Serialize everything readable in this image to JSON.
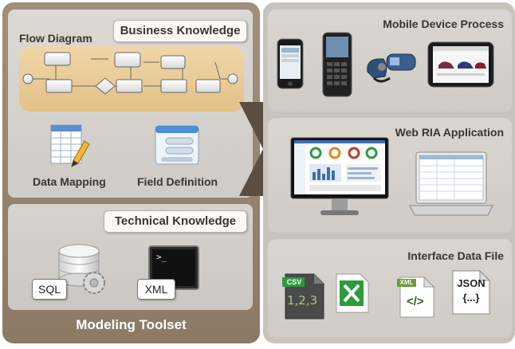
{
  "toolset": {
    "title": "Modeling Toolset",
    "flow_diagram_label": "Flow Diagram",
    "business_knowledge": "Business Knowledge",
    "data_mapping": "Data Mapping",
    "field_definition": "Field Definition",
    "technical_knowledge": "Technical Knowledge",
    "sql_label": "SQL",
    "xml_label": "XML"
  },
  "outputs": {
    "mobile_title": "Mobile Device Process",
    "web_title": "Web RIA Application",
    "interface_title": "Interface Data File",
    "csv_label": "CSV",
    "csv_values": "1,2,3",
    "xml_file_label": "XML",
    "json_label": "JSON",
    "json_braces": "{...}"
  },
  "colors": {
    "toolset_brown": "#8c7a66",
    "flow_area": "#e3c187",
    "excel_green": "#2e9a3f"
  }
}
